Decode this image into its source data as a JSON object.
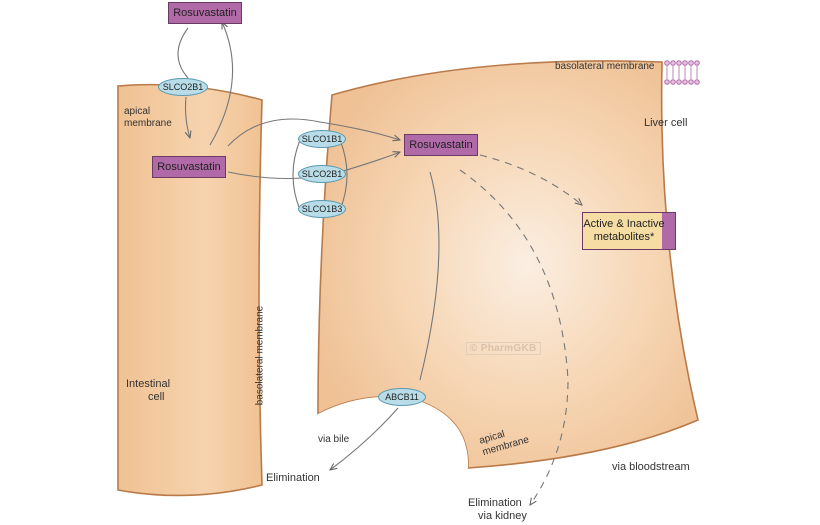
{
  "drugs": {
    "rosuvastatin_top": "Rosuvastatin",
    "rosuvastatin_intestine": "Rosuvastatin",
    "rosuvastatin_liver": "Rosuvastatin"
  },
  "transporters": {
    "slco2b1_intestine": "SLCO2B1",
    "slco1b1": "SLCO1B1",
    "slco2b1_liver": "SLCO2B1",
    "slco1b3": "SLCO1B3",
    "abcb11": "ABCB11"
  },
  "metabolites": {
    "line1": "Active & Inactive",
    "line2": "metabolites*"
  },
  "labels": {
    "apical_membrane_intestine_1": "apical",
    "apical_membrane_intestine_2": "membrane",
    "basolateral_membrane_intestine": "basolateral membrane",
    "intestinal_cell_1": "Intestinal",
    "intestinal_cell_2": "cell",
    "basolateral_membrane_liver": "basolateral membrane",
    "liver_cell": "Liver cell",
    "apical_membrane_liver_1": "apical",
    "apical_membrane_liver_2": "membrane",
    "via_bile": "via bile",
    "elimination_bile": "Elimination",
    "via_bloodstream": "via bloodstream",
    "elimination_kidney_1": "Elimination",
    "elimination_kidney_2": "via kidney",
    "watermark": "© PharmGKB"
  },
  "colors": {
    "cell_fill": "#f2c99a",
    "cell_stroke": "#b97a4a",
    "drug_box": "#b06aa8",
    "transporter": "#b8dde8",
    "metabolite_box": "#f6dda4",
    "arrow": "#777777"
  }
}
